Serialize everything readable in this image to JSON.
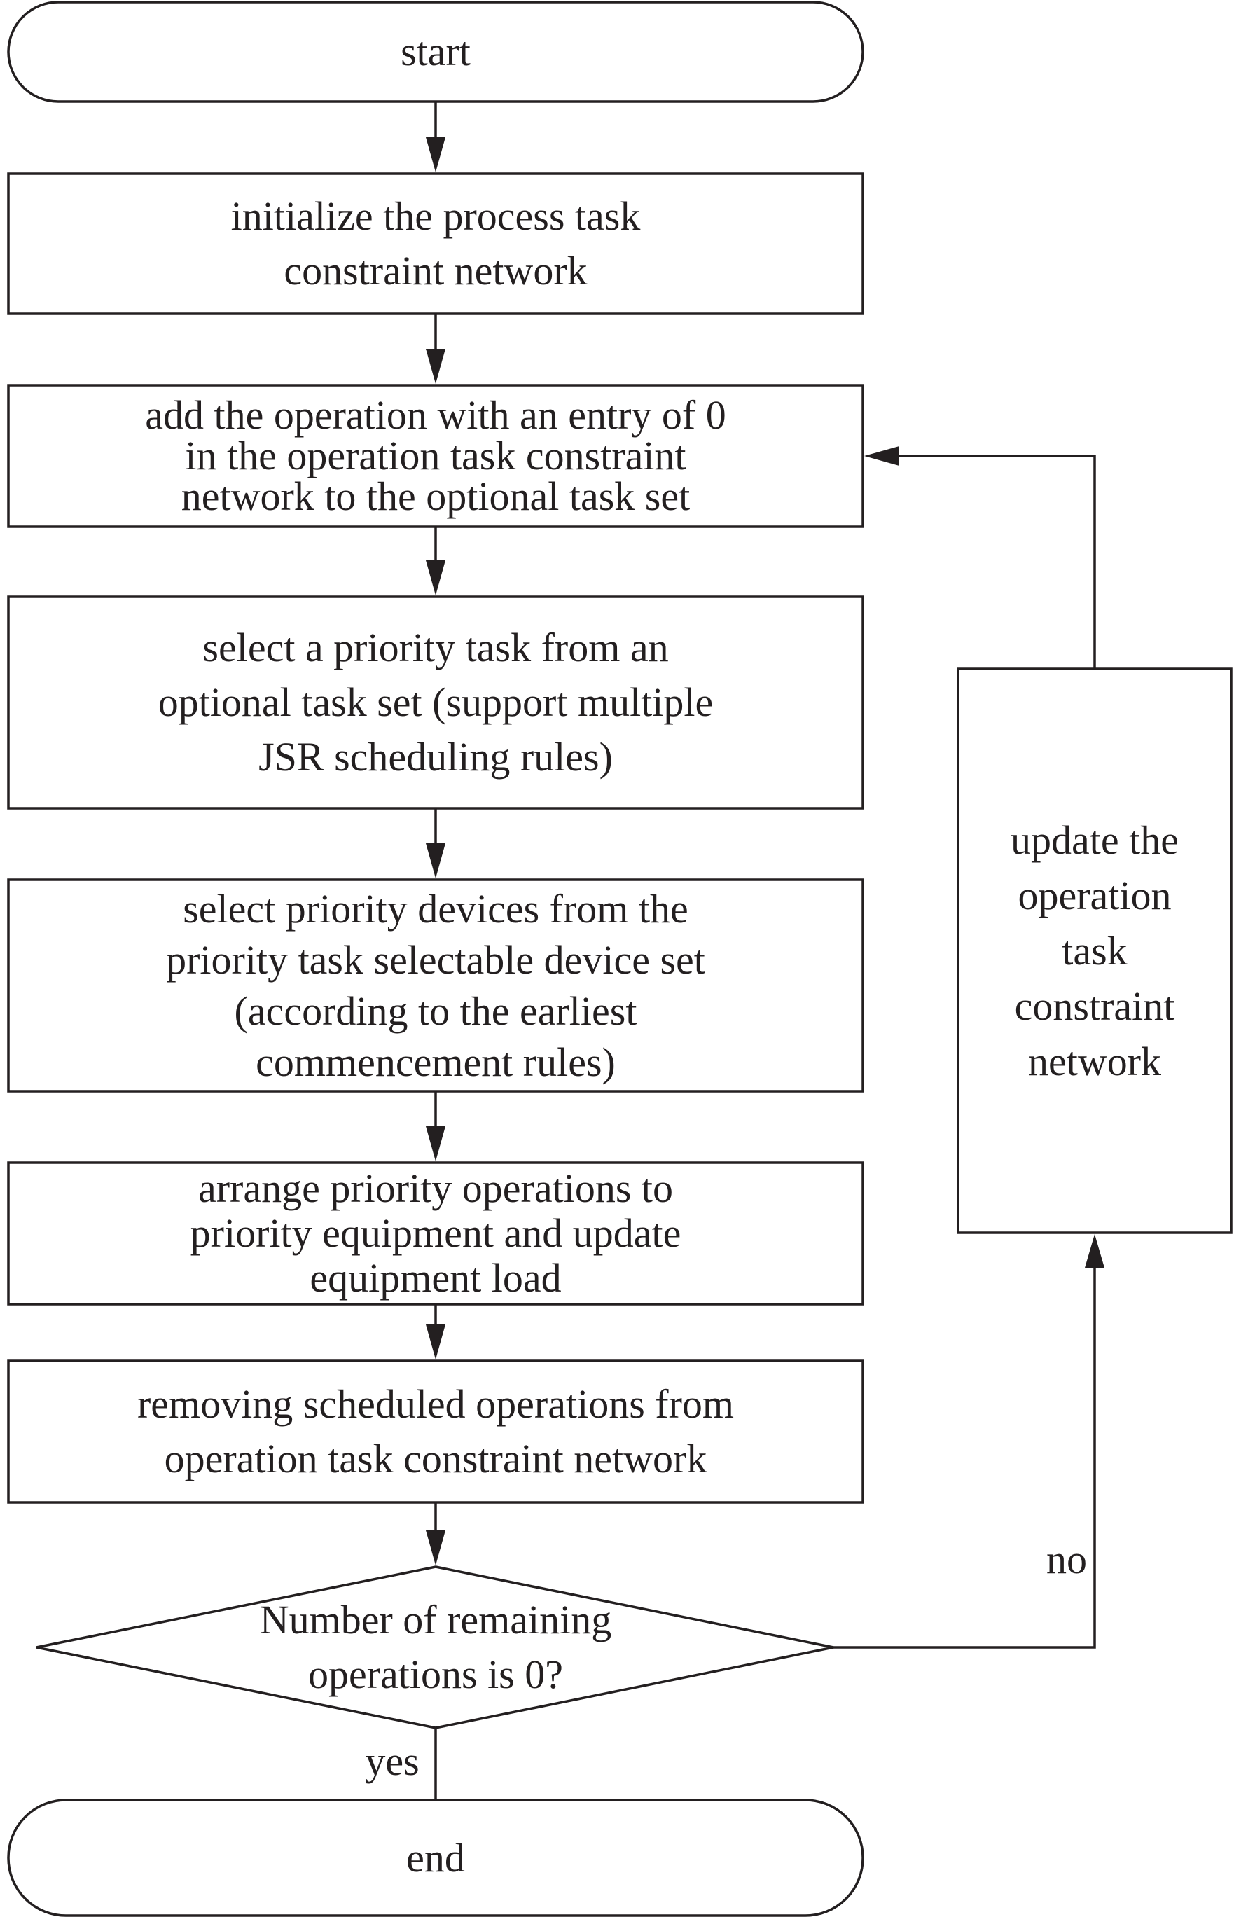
{
  "flowchart": {
    "start": "start",
    "step1": "initialize the process task\nconstraint network",
    "step2": "add the operation with an entry of 0\nin the operation task constraint\nnetwork to the optional task set",
    "step3": "select a priority task from an\noptional task set (support multiple\nJSR scheduling rules)",
    "step4": "select priority devices from the\npriority task selectable device set\n(according to the earliest\ncommencement rules)",
    "step5": "arrange priority operations to\npriority equipment and update\nequipment load",
    "step6": "removing scheduled operations from\noperation task constraint network",
    "decision": "Number of remaining\noperations is 0?",
    "update": "update the\noperation\ntask\nconstraint\nnetwork",
    "label_no": "no",
    "label_yes": "yes",
    "end": "end"
  }
}
